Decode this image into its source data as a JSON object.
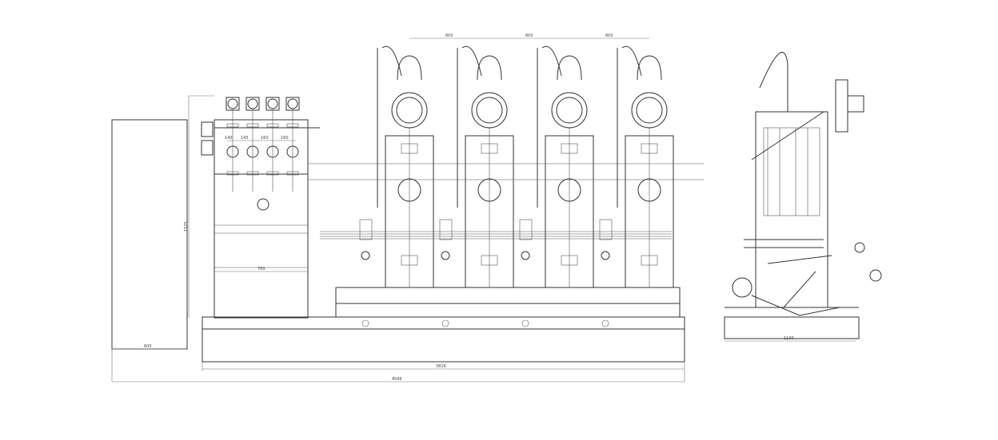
{
  "drawing": {
    "dimensions": {
      "cabinet_width": "600",
      "skid_length": "3816",
      "overall_length": "4566",
      "panel_height": "1575",
      "panel_width": "760",
      "gauge_spacing": [
        "140",
        "145",
        "160",
        "160"
      ],
      "pump_spacing": [
        "600",
        "600",
        "600"
      ],
      "side_view_width": "1100"
    },
    "pump_count": 4,
    "line_color": "#333333"
  }
}
